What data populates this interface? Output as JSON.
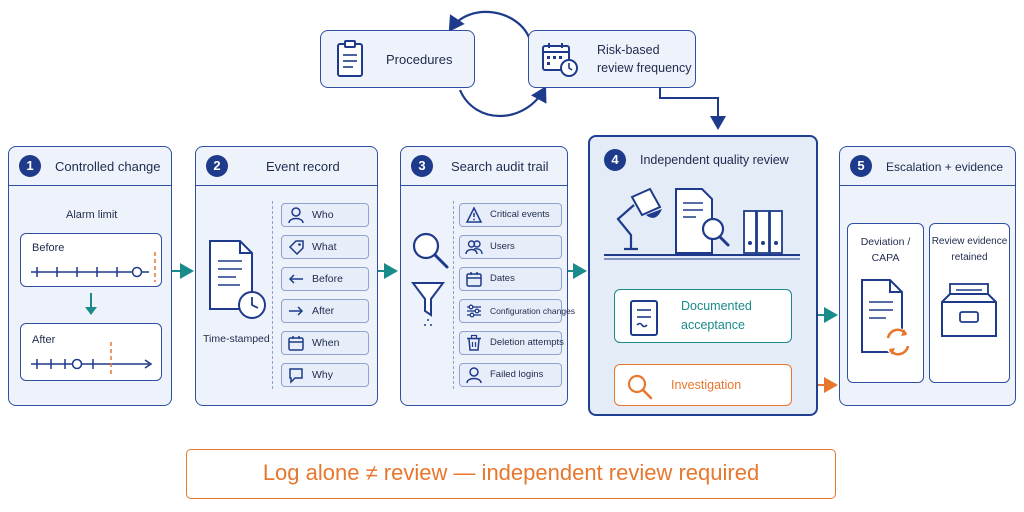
{
  "top": {
    "procedures": "Procedures",
    "risk_line1": "Risk-based",
    "risk_line2": "review frequency"
  },
  "steps": [
    {
      "num": "1",
      "title": "Controlled change"
    },
    {
      "num": "2",
      "title": "Event record"
    },
    {
      "num": "3",
      "title": "Search audit trail"
    },
    {
      "num": "4",
      "title": "Independent quality review"
    },
    {
      "num": "5",
      "title": "Escalation + evidence"
    }
  ],
  "step1": {
    "alarm_limit": "Alarm limit",
    "before": "Before",
    "after": "After"
  },
  "step2": {
    "timestamped": "Time-stamped",
    "fields": [
      "Who",
      "What",
      "Before",
      "After",
      "When",
      "Why"
    ]
  },
  "step3": {
    "filters": [
      "Critical events",
      "Users",
      "Dates",
      "Configuration changes",
      "Deletion attempts",
      "Failed logins"
    ]
  },
  "step4": {
    "doc_line1": "Documented",
    "doc_line2": "acceptance",
    "investigation": "Investigation"
  },
  "step5": {
    "dev_line1": "Deviation /",
    "dev_line2": "CAPA",
    "evidence_line1": "Review evidence",
    "evidence_line2": "retained"
  },
  "banner": "Log alone ≠ review — independent review required",
  "colors": {
    "navy": "#1e3a8a",
    "border": "#2f4fa2",
    "teal": "#1a8a8a",
    "orange": "#e8772e"
  }
}
